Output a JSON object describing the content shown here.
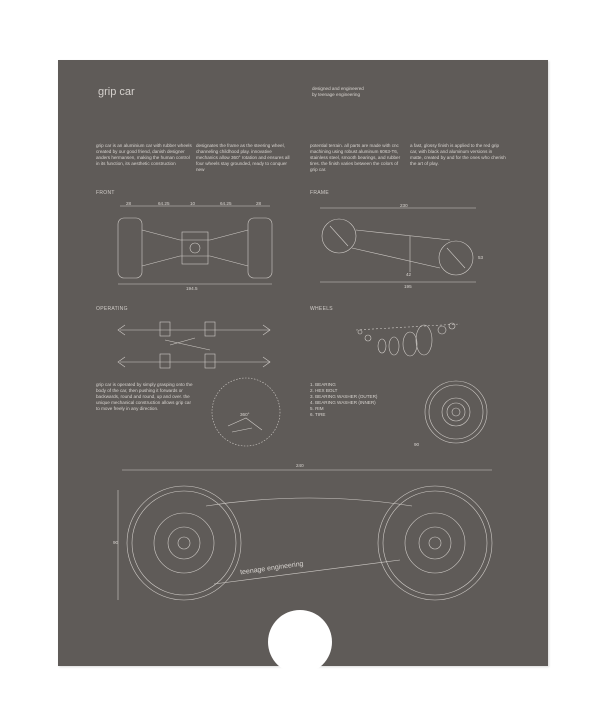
{
  "header": {
    "title": "grip car",
    "credit": [
      "designed and engineered",
      "by teenage engineering"
    ]
  },
  "intro": [
    "grip car is an aluminium car with rubber wheels created by our good friend, danish designer anders hermansen, making the human control in its function, its aesthetic construction",
    "designates the frame as the steering wheel, channeling childhood play. innovative mechanics allow 360° rotation and ensures all four wheels stay grounded, ready to conquer new",
    "potential terrain. all parts are made with cnc machining using robust aluminum 6063-T6, stainless steel, smooth bearings, and rubber tires. the finish varies between the colors of grip car.",
    "a fast, glossy finish is applied to the red grip car, with black and aluminum versions in matte, created by and for the ones who cherish the art of play."
  ],
  "sections": {
    "front": "FRONT",
    "frame": "FRAME",
    "operating": "OPERATING",
    "wheels": "WHEELS"
  },
  "front_dims": [
    "28",
    "64.25",
    "10",
    "64.25",
    "28",
    "194.5"
  ],
  "frame_dims": [
    "230",
    "42",
    "195",
    "53"
  ],
  "operating_text": "grip car is operated by simply grasping onto the body of the car, then pushing it forwards or backwards, round and round, up and over. the unique mechanical construction allows grip car to move freely in any direction.",
  "rotation_label": "360°",
  "parts": [
    "1. BEARING",
    "2. HEX BOLT",
    "3. BEARING WASHER (OUTER)",
    "4. BEARING WASHER (INNER)",
    "5. RIM",
    "6. TIRE"
  ],
  "wheel_dim": "90",
  "side_dims": {
    "length": "240",
    "height": "90"
  },
  "brand_text": "teenage engineering",
  "colors": {
    "card": "#5f5b58",
    "ink": "#d8d4d0"
  }
}
